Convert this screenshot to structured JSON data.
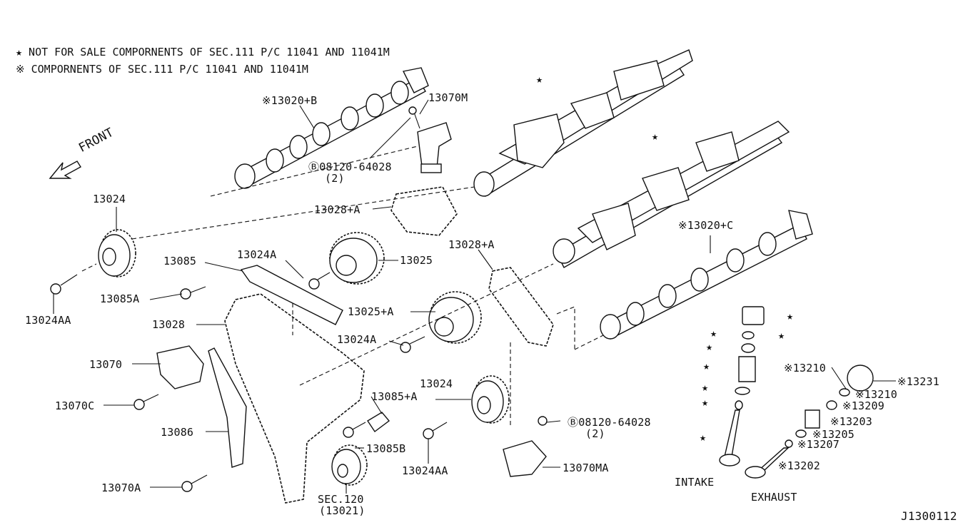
{
  "notes": {
    "note1": "★ NOT FOR SALE  COMPORNENTS OF SEC.111 P/C 11041 AND 11041M",
    "note2": "※ COMPORNENTS OF SEC.111 P/C 11041 AND 11041M"
  },
  "front_label": "FRONT",
  "star_symbol": "★",
  "labels": {
    "p13020b": "※13020+B",
    "p13070m": "13070M",
    "p08120a": "Ⓑ08120-64028",
    "p08120a_qty": "(2)",
    "p13024_top": "13024",
    "p13028a_top": "13028+A",
    "p13085": "13085",
    "p13024a_top": "13024A",
    "p13025": "13025",
    "p13028a_right": "13028+A",
    "p13020c": "※13020+C",
    "p13085a": "13085A",
    "p13024aa_left": "13024AA",
    "p13028": "13028",
    "p13025a": "13025+A",
    "p13024a_mid": "13024A",
    "p13070": "13070",
    "p13070c": "13070C",
    "p13024_mid": "13024",
    "p13085plus": "13085+A",
    "p13086": "13086",
    "p13085b": "13085B",
    "p13024aa_mid": "13024AA",
    "p08120b": "Ⓑ08120-64028",
    "p08120b_qty": "(2)",
    "p13070ma": "13070MA",
    "p13070a": "13070A",
    "p_sec120": "SEC.120",
    "p13021": "(13021)",
    "p13210a": "※13210",
    "p13231": "※13231",
    "p13210b": "※13210",
    "p13209": "※13209",
    "p13203": "※13203",
    "p13205": "※13205",
    "p13207": "※13207",
    "p13202": "※13202",
    "intake": "INTAKE",
    "exhaust": "EXHAUST",
    "diagram_code": "J1300112"
  }
}
